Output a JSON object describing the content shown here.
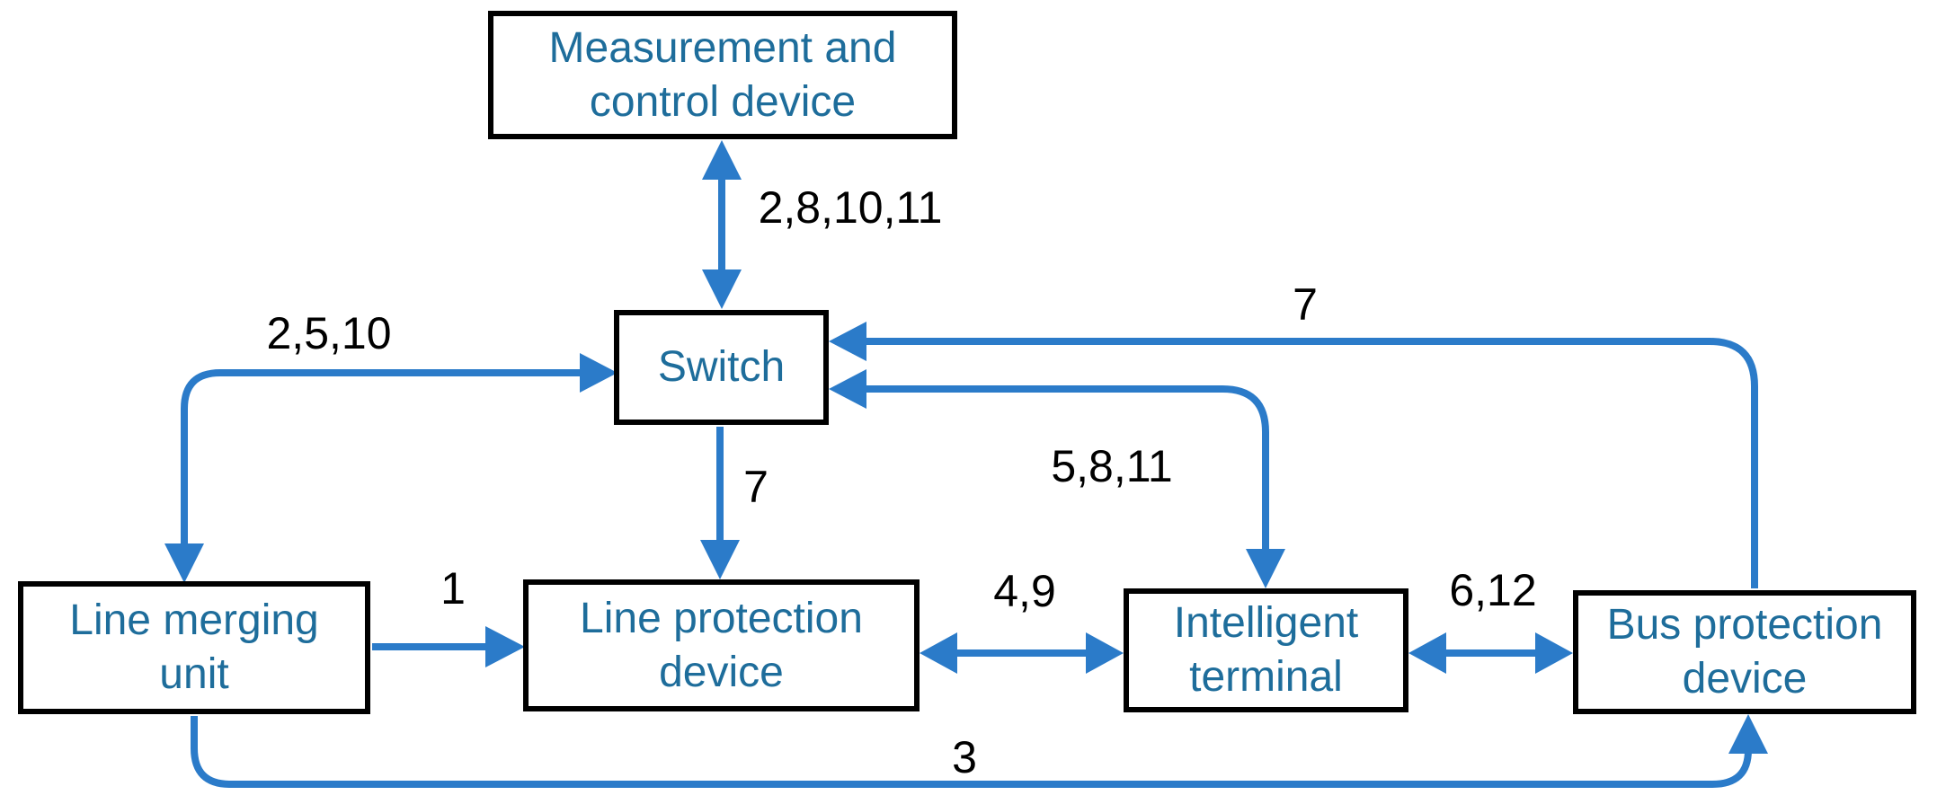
{
  "colors": {
    "arrow": "#2B7BC9",
    "node_text": "#1E6D9B",
    "node_border": "#000000",
    "label_text": "#000000",
    "background": "#FFFFFF"
  },
  "nodes": {
    "measurement": {
      "label": "Measurement and\ncontrol device"
    },
    "switch": {
      "label": "Switch"
    },
    "merging": {
      "label": "Line merging\nunit"
    },
    "line_protection": {
      "label": "Line protection\ndevice"
    },
    "intelligent": {
      "label": "Intelligent\nterminal"
    },
    "bus_protection": {
      "label": "Bus protection\ndevice"
    }
  },
  "edges": {
    "measurement_switch": {
      "label": "2,8,10,11",
      "from": "measurement",
      "to": "switch",
      "direction": "bidirectional"
    },
    "merging_switch": {
      "label": "2,5,10",
      "from": "merging",
      "to": "switch",
      "direction": "bidirectional"
    },
    "switch_line_protection": {
      "label": "7",
      "from": "switch",
      "to": "line_protection",
      "direction": "one-way"
    },
    "switch_intelligent": {
      "label": "5,8,11",
      "from": "switch",
      "to": "intelligent",
      "direction": "bidirectional"
    },
    "bus_switch": {
      "label": "7",
      "from": "bus_protection",
      "to": "switch",
      "direction": "one-way"
    },
    "merging_line_protection": {
      "label": "1",
      "from": "merging",
      "to": "line_protection",
      "direction": "one-way"
    },
    "line_protection_intelligent": {
      "label": "4,9",
      "from": "line_protection",
      "to": "intelligent",
      "direction": "bidirectional"
    },
    "intelligent_bus": {
      "label": "6,12",
      "from": "intelligent",
      "to": "bus_protection",
      "direction": "bidirectional"
    },
    "merging_bus": {
      "label": "3",
      "from": "merging",
      "to": "bus_protection",
      "direction": "one-way"
    }
  }
}
